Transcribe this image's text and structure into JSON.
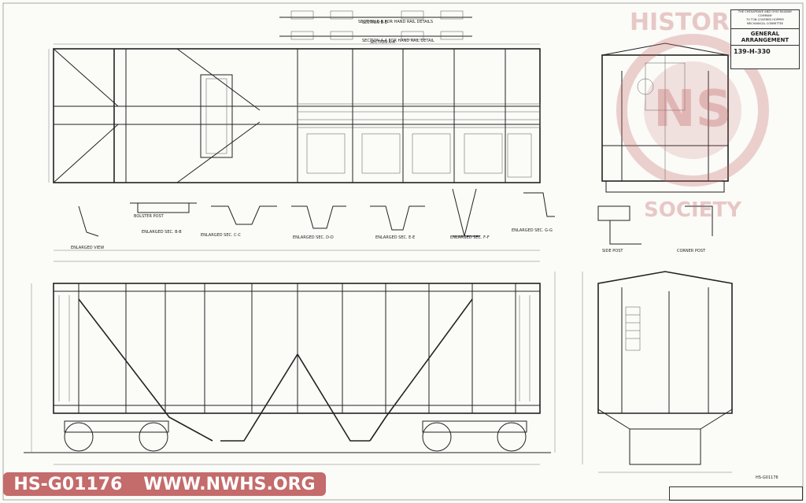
{
  "title_block": {
    "line1": "THE CHESAPEAKE AND OHIO RAILWAY COMPANY",
    "line2": "70 TON COVERED HOPPER",
    "line3": "MECHANICAL COMMITTEE",
    "title": "GENERAL ARRANGEMENT",
    "drawing_number": "139-H-330"
  },
  "sections": {
    "section_b": "SECTION B-B FOR HAND RAIL DETAILS",
    "section_a": "SECTION A-A FOR HAND RAIL DETAIL",
    "bolster_post": "BOLSTER POST",
    "enlarged_b": "ENLARGED SEC. B-B",
    "enlarged_c": "ENLARGED SEC. C-C",
    "enlarged_d": "ENLARGED SEC. D-D",
    "enlarged_e": "ENLARGED SEC. E-E",
    "enlarged_f": "ENLARGED SEC. F-F",
    "enlarged_g": "ENLARGED SEC. G-G",
    "enlarged_view": "ENLARGED VIEW",
    "side_post": "SIDE POST",
    "corner_post": "CORNER POST"
  },
  "watermark": {
    "word": "HISTORIC",
    "letters": "NS",
    "society": "SOCIETY"
  },
  "badge": {
    "id": "HS-G01176",
    "url": "WWW.NWHS.ORG"
  },
  "corner_id": "HS-G01176",
  "colors": {
    "watermark": "#c46b6b",
    "ink": "#222222",
    "paper": "#fbfbf8"
  }
}
